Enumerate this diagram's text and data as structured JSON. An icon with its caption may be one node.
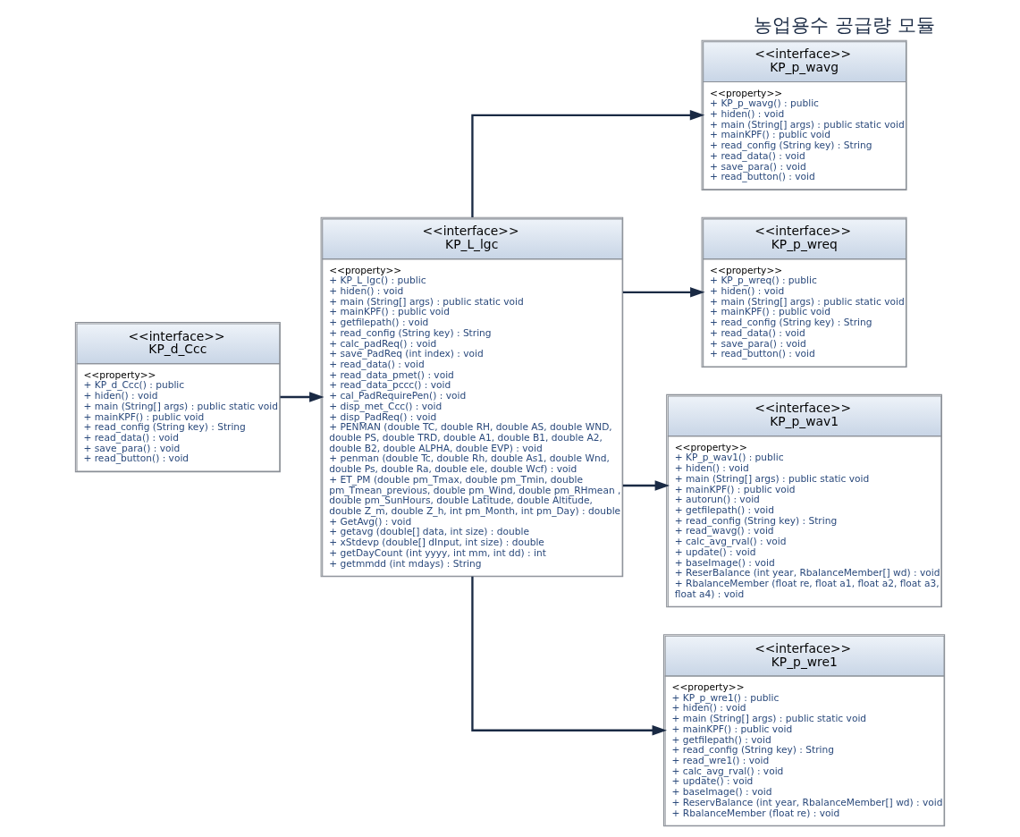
{
  "diagram": {
    "title": "농업용수 공급량 모듈",
    "nodes": [
      {
        "text": [
          "<<interface>>",
          "KP_d_Ccc",
          "<<property>>",
          "+ KP_d_Ccc() : public",
          "+ hiden() : void",
          "+ main (String[] args) : public static void",
          "+ mainKPF() : public void",
          "+ read_config (String key) : String",
          "+ read_data() : void",
          "+ save_para() : void",
          "+ read_button() : void"
        ]
      },
      {
        "text": [
          "<<interface>>",
          "KP_L_lgc",
          "<<property>>",
          "+ KP_L_lgc() : public",
          "+ hiden() : void",
          "+ main (String[] args) : public static void",
          "+ mainKPF() : public void",
          "+ getfilepath() : void",
          "+ read_config (String key) : String",
          "+ calc_padReq() : void",
          "+ save_PadReq (int index) : void",
          "+ read_data() : void",
          "+ read_data_pmet() : void",
          "+ read_data_pccc() : void",
          "+ cal_PadRequirePen() : void",
          "+ disp_met_Ccc() : void",
          "+ disp_PadReq() : void",
          "+ PENMAN (double TC, double RH, double AS, double WND, double PS, double TRD, double A1, double B1, double A2, double B2, double ALPHA, double EVP) : void",
          "+ penman (double Tc, double Rh, double As1, double Wnd, double Ps, double Ra, double ele, double Wcf) : void",
          "+ ET_PM (double pm_Tmax, double pm_Tmin, double pm_Tmean_previous, double pm_Wind, double pm_RHmean , double pm_SunHours, double Latitude, double Altitude, double Z_m, double Z_h, int pm_Month, int pm_Day) : double",
          "+ GetAvg() : void",
          "+ getavg (double[] data, int size) : double",
          "+ xStdevp (double[] dInput, int size) : double",
          "+ getDayCount (int yyyy, int mm, int dd) : int",
          "+ getmmdd (int mdays) : String"
        ]
      },
      {
        "text": [
          "<<interface>>",
          "KP_p_wavg",
          "<<property>>",
          "+ KP_p_wavg() : public",
          "+ hiden() : void",
          "+ main (String[] args) : public static void",
          "+ mainKPF() : public void",
          "+ read_config (String key) : String",
          "+ read_data() : void",
          "+ save_para() : void",
          "+ read_button() : void"
        ]
      },
      {
        "text": [
          "<<interface>>",
          "KP_p_wreq",
          "<<property>>",
          "+ KP_p_wreq() : public",
          "+ hiden() : void",
          "+ main (String[] args) : public static void",
          "+ mainKPF() : public void",
          "+ read_config (String key) : String",
          "+ read_data() : void",
          "+ save_para() : void",
          "+ read_button() : void"
        ]
      },
      {
        "text": [
          "<<interface>>",
          "KP_p_wav1",
          "<<property>>",
          "+ KP_p_wav1() : public",
          "+ hiden() : void",
          "+ main (String[] args) : public static void",
          "+ mainKPF() : public void",
          "+ autorun() : void",
          "+ getfilepath() : void",
          "+ read_config (String key) : String",
          "+ read_wavg() : void",
          "+ calc_avg_rval() : void",
          "+ update() : void",
          "+ baseImage() : void",
          "+ ReserBalance (int year, RbalanceMember[] wd) : void",
          "+ RbalanceMember (float re, float a1, float a2, float a3, float a4) : void"
        ]
      },
      {
        "text": [
          "<<interface>>",
          "KP_p_wre1",
          "<<property>>",
          "+ KP_p_wre1() : public",
          "+ hiden() : void",
          "+ main (String[] args) : public static void",
          "+ mainKPF() : public void",
          "+ getfilepath() : void",
          "+ read_config (String key) : String",
          "+ read_wre1() : void",
          "+ calc_avg_rval() : void",
          "+ update() : void",
          "+ baseImage() : void",
          "+ ReservBalance (int year, RbalanceMember[] wd) : void",
          "+ RbalanceMember (float re) : void"
        ]
      }
    ],
    "edges": [
      {
        "from": 0,
        "to": 1,
        "arrow": "to"
      },
      {
        "from": 1,
        "to": 2,
        "arrow": "to"
      },
      {
        "from": 1,
        "to": 3,
        "arrow": "to"
      },
      {
        "from": 1,
        "to": 4,
        "arrow": "to"
      },
      {
        "from": 1,
        "to": 5,
        "arrow": "to"
      }
    ]
  }
}
